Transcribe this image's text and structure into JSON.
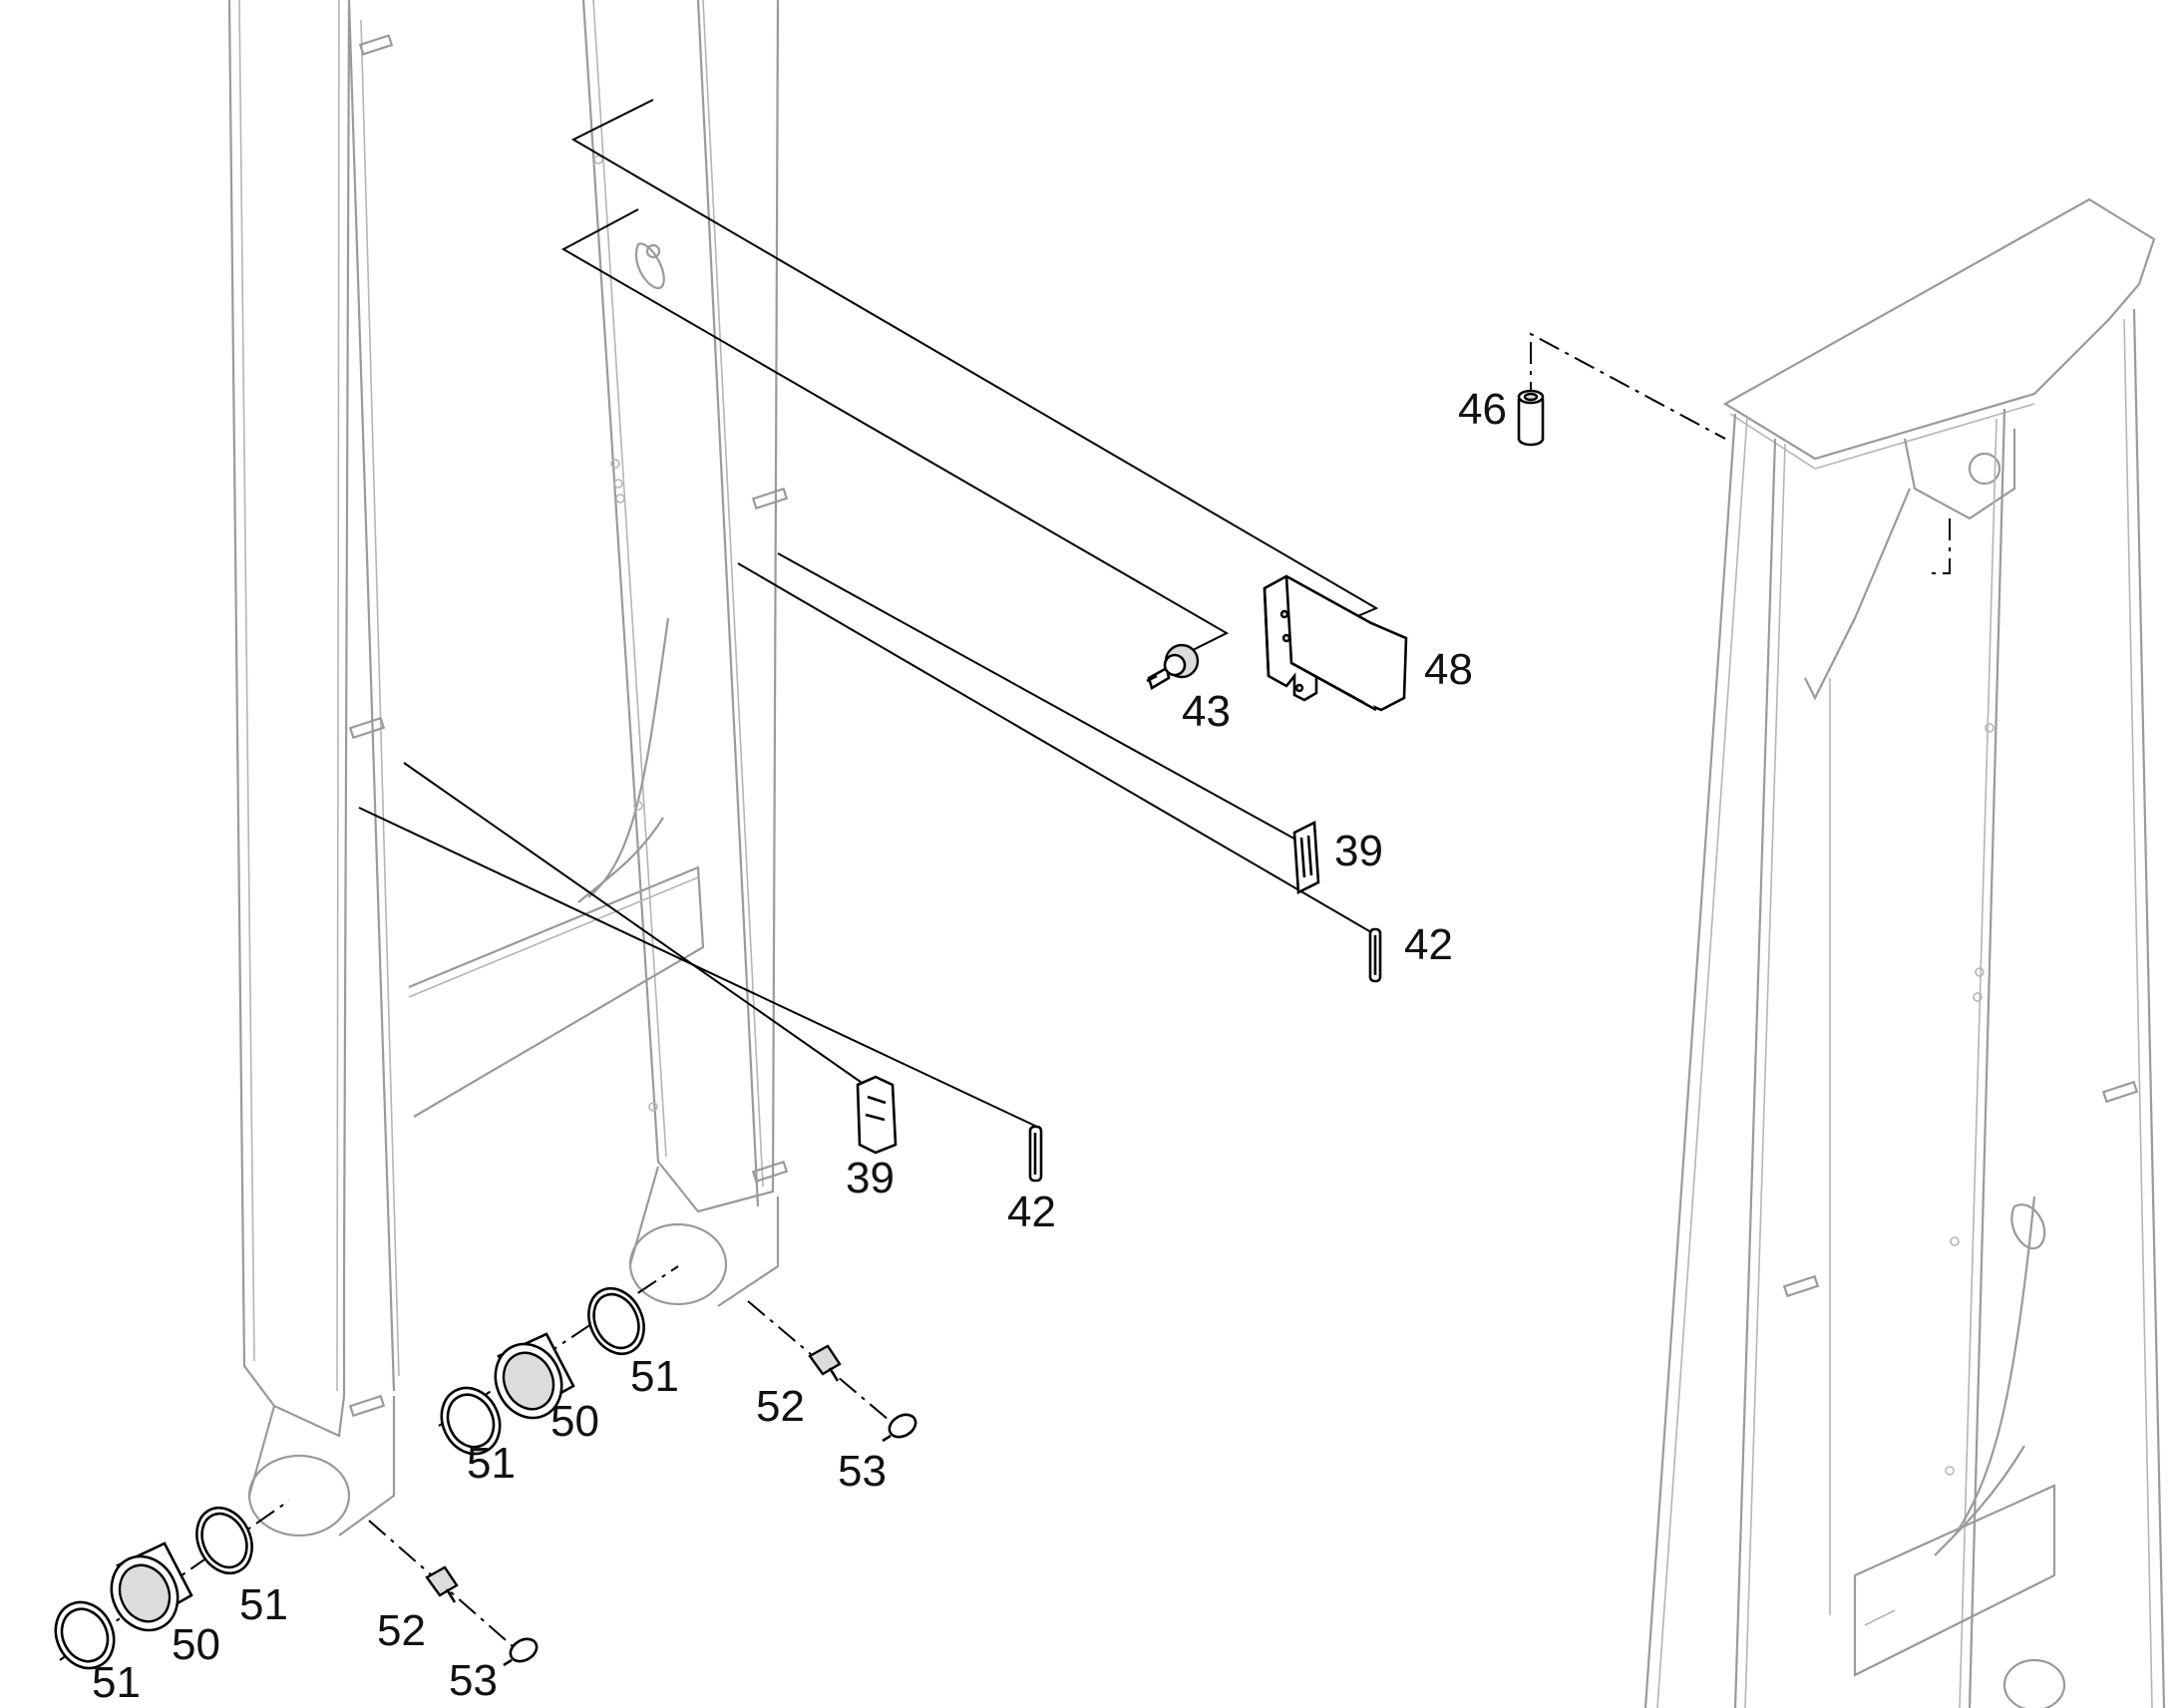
{
  "parts": [
    {
      "id": "label-46",
      "text": "46"
    },
    {
      "id": "label-48",
      "text": "48"
    },
    {
      "id": "label-43",
      "text": "43"
    },
    {
      "id": "label-39-right",
      "text": "39"
    },
    {
      "id": "label-42-right",
      "text": "42"
    },
    {
      "id": "label-39-left",
      "text": "39"
    },
    {
      "id": "label-42-left",
      "text": "42"
    },
    {
      "id": "label-51-a",
      "text": "51"
    },
    {
      "id": "label-50-a",
      "text": "50"
    },
    {
      "id": "label-51-b",
      "text": "51"
    },
    {
      "id": "label-52-a",
      "text": "52"
    },
    {
      "id": "label-53-a",
      "text": "53"
    },
    {
      "id": "label-51-c",
      "text": "51"
    },
    {
      "id": "label-50-b",
      "text": "50"
    },
    {
      "id": "label-51-d",
      "text": "51"
    },
    {
      "id": "label-52-b",
      "text": "52"
    },
    {
      "id": "label-53-b",
      "text": "53"
    }
  ]
}
